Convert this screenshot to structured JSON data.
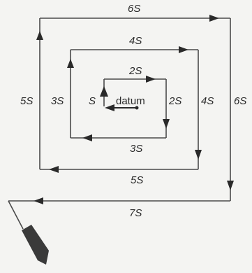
{
  "colors": {
    "background": "#f4f4f2",
    "line": "#4a4a4a",
    "arrow": "#2a2a2a",
    "boat": "#3a3a3a"
  },
  "labels": {
    "top_6s": "6S",
    "right_6s": "6S",
    "top_4s": "4S",
    "right_4s": "4S",
    "top_2s": "2S",
    "right_2s": "2S",
    "bottom_3s": "3S",
    "left_3s": "3S",
    "bottom_5s": "5S",
    "left_5s": "5S",
    "bottom_7s": "7S",
    "first_leg_s": "S",
    "datum": "datum"
  },
  "icons": {
    "vessel": "boat-icon"
  }
}
